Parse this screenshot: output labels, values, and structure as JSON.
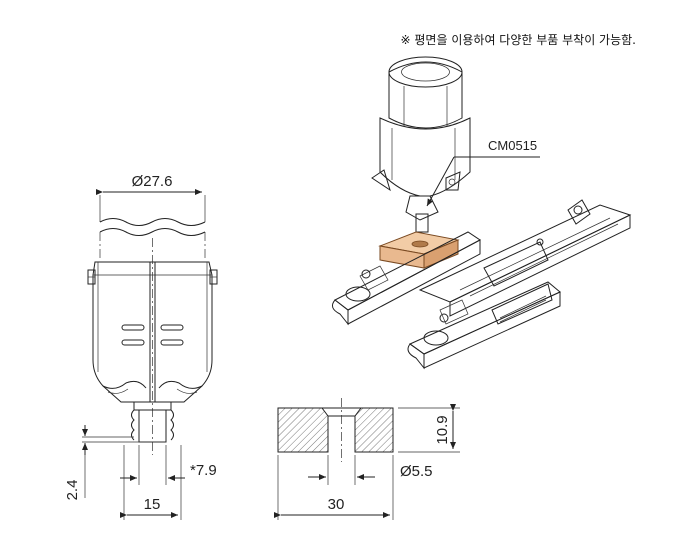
{
  "note": "※ 평면을 이용하여 다양한 부품 부착이 가능함.",
  "part_label": "CM0515",
  "dimensions": {
    "diameter": "Ø27.6",
    "height_small": "2.4",
    "width_15": "15",
    "star_79": "*7.9",
    "block_height": "10.9",
    "hole_diameter": "Ø5.5",
    "block_width": "30"
  },
  "colors": {
    "line": "#222222",
    "block_fill": "#e9b98f",
    "block_stroke": "#7a4a22"
  }
}
